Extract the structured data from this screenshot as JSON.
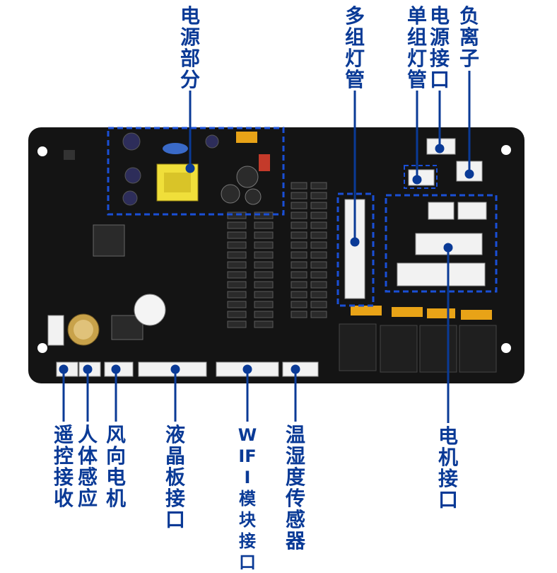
{
  "labels": {
    "power_section": "电源部分",
    "multi_tube": "多组灯管",
    "single_tube": "单组灯管",
    "power_port": "电源接口",
    "anion": "负离子",
    "remote_receiver": "遥控接收",
    "human_sensor": "人体感应",
    "fan_motor": "风向电机",
    "lcd_port": "液晶板接口",
    "wifi_port": "WIFI模块接口",
    "temp_humidity": "温湿度传感器",
    "motor_port": "电机接口"
  },
  "colors": {
    "label": "#0a3a96",
    "dashed_box": "#1a4fd6",
    "board": "#141414",
    "connector": "#f2f2f2",
    "relay": "#1a1a1a",
    "capacitor_yellow": "#e8a317"
  },
  "icons": {
    "leader_dot": "filled-circle"
  }
}
